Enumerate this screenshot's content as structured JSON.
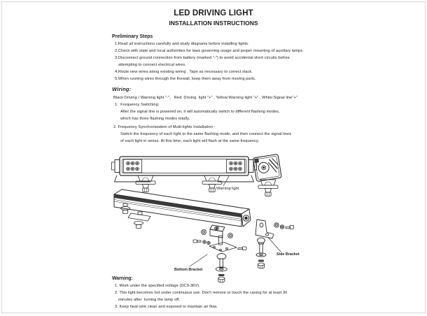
{
  "page": {
    "title": "LED DRIVING LIGHT",
    "subtitle": "INSTALLATION INSTRUCTIONS"
  },
  "preliminary": {
    "heading": "Preliminary Steps",
    "steps": [
      "1.Read all instructions carefully and study diagrams before installing lights.",
      "2.Check with state and local authorities for laws governing usage and proper mounting of auxiliary lamps.",
      "3.Disconnect ground connection from battery (marked \"-\") to avoid accidental short circuits before",
      "attempting to connect electrical wires.",
      "4.Route new wires along existing wiring . Tape as necessary to correct slack.",
      "5.When running wires through the firewall, keep them away from moving parts."
    ]
  },
  "wiring": {
    "heading": "Wiring:",
    "color_legend": "Black:Driving / Warning light \"-\",   Red: Driving  light \"+\" , Yellow:Warning light \"+\" , White:Signal line\"+\"",
    "lines": [
      "1.  Frequency Switching:",
      "After the signal line is powered on, it will automatically switch to different flashing modes,",
      "which has three flashing modes totally.",
      "2. Frequency Synchronization of Multi-lights Installation :",
      "Switch the frequency of each light to the same flashing mode, and then connect the signal lines",
      "of each light in series. At this time, each light will flash at the same frequency."
    ]
  },
  "diagram": {
    "labels": {
      "warning_light": "Warning light",
      "bottom_bracket": "Bottom Bracket",
      "side_bracket": "Side Bracket"
    },
    "line_color": "#2a2a2a"
  },
  "warning": {
    "heading": "Warning:",
    "lines": [
      "1. Work under the specified voltage (DC9-36V).",
      "2. This light becomes hot under continuous use. Don't remove or touch the casing for at least 30",
      "minutes after  turning the lamp off.",
      "3. Keep heat-sink clean and exposed to maintain air flow."
    ]
  }
}
